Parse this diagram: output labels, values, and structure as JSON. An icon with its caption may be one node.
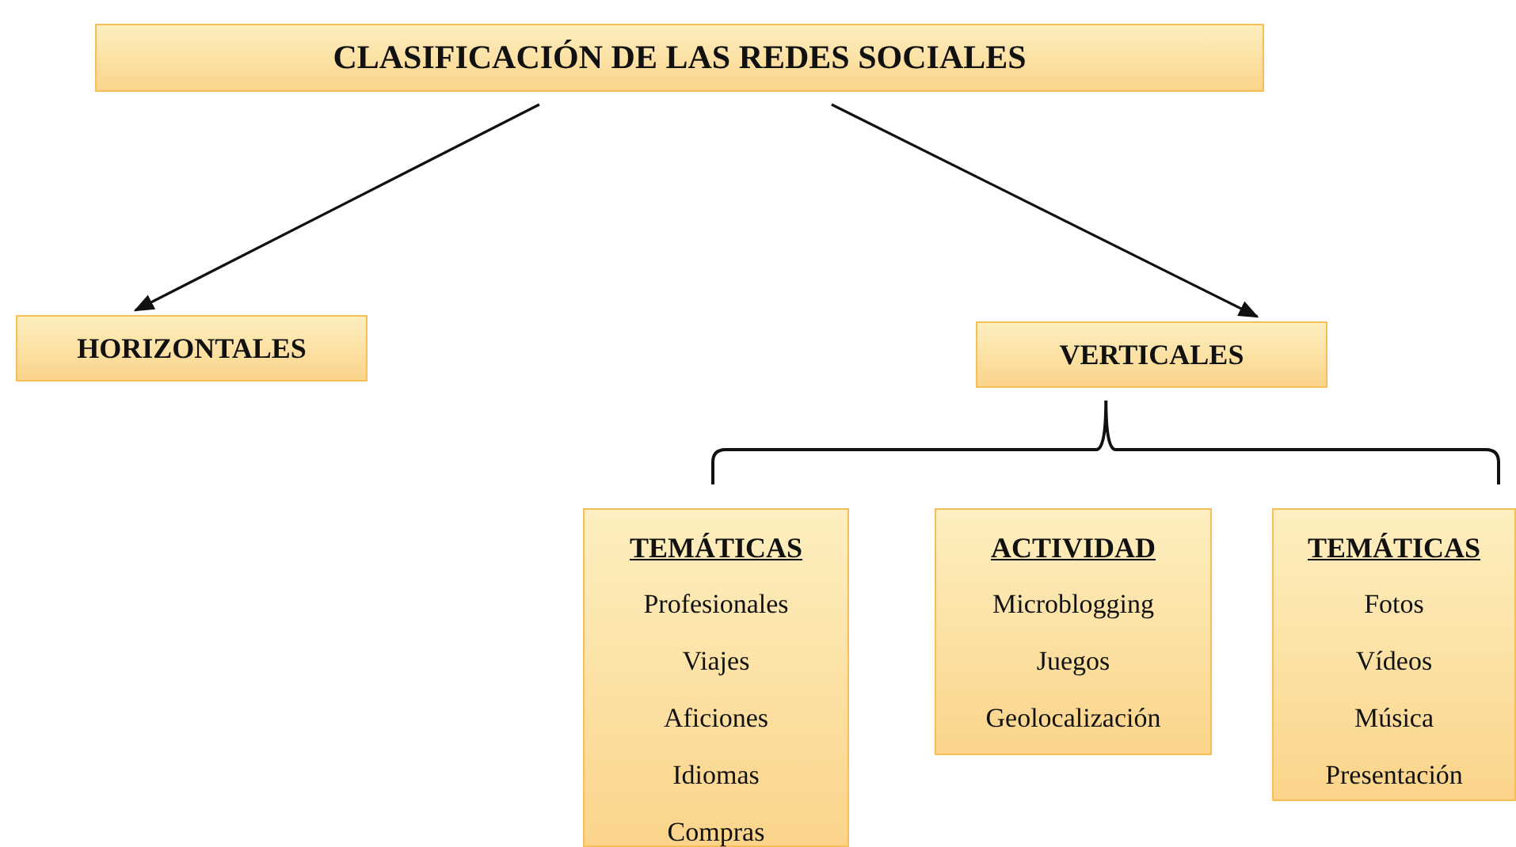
{
  "diagram": {
    "nodes": [
      {
        "text": [
          "CLASIFICACIÓN DE LAS REDES SOCIALES"
        ]
      },
      {
        "text": [
          "HORIZONTALES"
        ]
      },
      {
        "text": [
          "VERTICALES"
        ]
      },
      {
        "text": [
          "TEMÁTICAS",
          "Profesionales",
          "Viajes",
          "Aficiones",
          "Idiomas",
          "Compras"
        ]
      },
      {
        "text": [
          "ACTIVIDAD",
          "Microblogging",
          "Juegos",
          "Geolocalización"
        ]
      },
      {
        "text": [
          "TEMÁTICAS",
          "Fotos",
          "Vídeos",
          "Música",
          "Presentación"
        ]
      }
    ],
    "edges": [
      {
        "from": 0,
        "to": 1,
        "arrow": "to"
      },
      {
        "from": 0,
        "to": 2,
        "arrow": "to"
      }
    ]
  }
}
